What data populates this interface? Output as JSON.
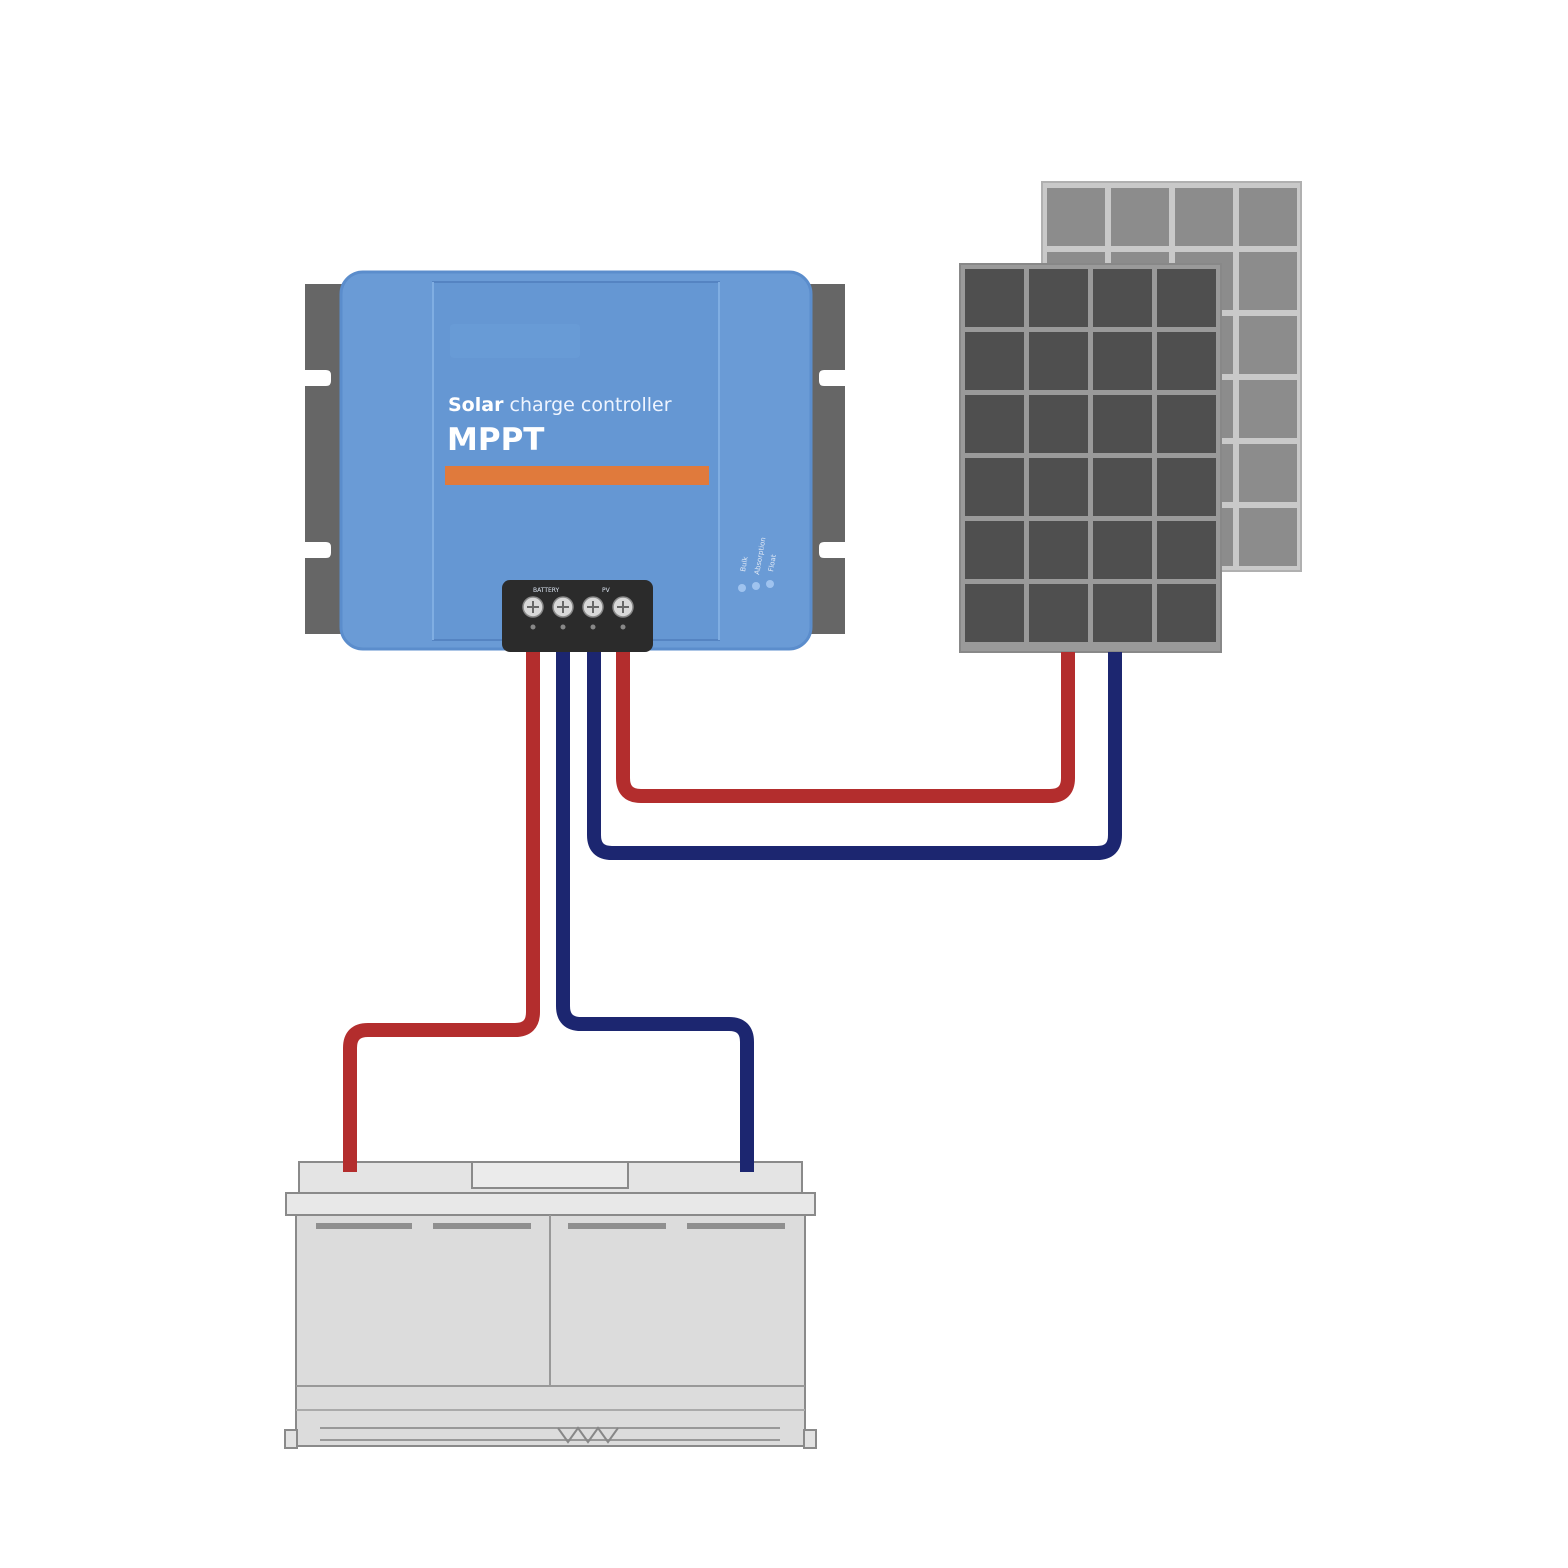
{
  "controller": {
    "label_line1_bold": "Solar",
    "label_line1_rest": " charge controller",
    "label_model": "MPPT",
    "terminal_group_battery": "BATTERY",
    "terminal_group_pv": "PV",
    "led_labels": [
      "Bulk",
      "Absorption",
      "Float"
    ]
  },
  "colors": {
    "controller_body": "#6a9bd6",
    "controller_edge": "#5584c2",
    "mounting_bracket": "#666666",
    "accent_stripe": "#e07a3c",
    "terminal_block": "#2b2b2b",
    "wire_positive": "#b32d2d",
    "wire_negative": "#1c2670",
    "panel_front_cell": "#4f4f4f",
    "panel_back_cell": "#8c8c8c",
    "battery_body": "#dcdcdc",
    "battery_outline": "#8a8a8a"
  },
  "wiring": [
    {
      "from": "controller-battery-positive",
      "to": "battery-positive-terminal",
      "polarity": "positive"
    },
    {
      "from": "controller-battery-negative",
      "to": "battery-negative-terminal",
      "polarity": "negative"
    },
    {
      "from": "controller-pv-positive",
      "to": "solar-panel-front",
      "polarity": "positive"
    },
    {
      "from": "controller-pv-negative",
      "to": "solar-panel-front",
      "polarity": "negative"
    }
  ]
}
